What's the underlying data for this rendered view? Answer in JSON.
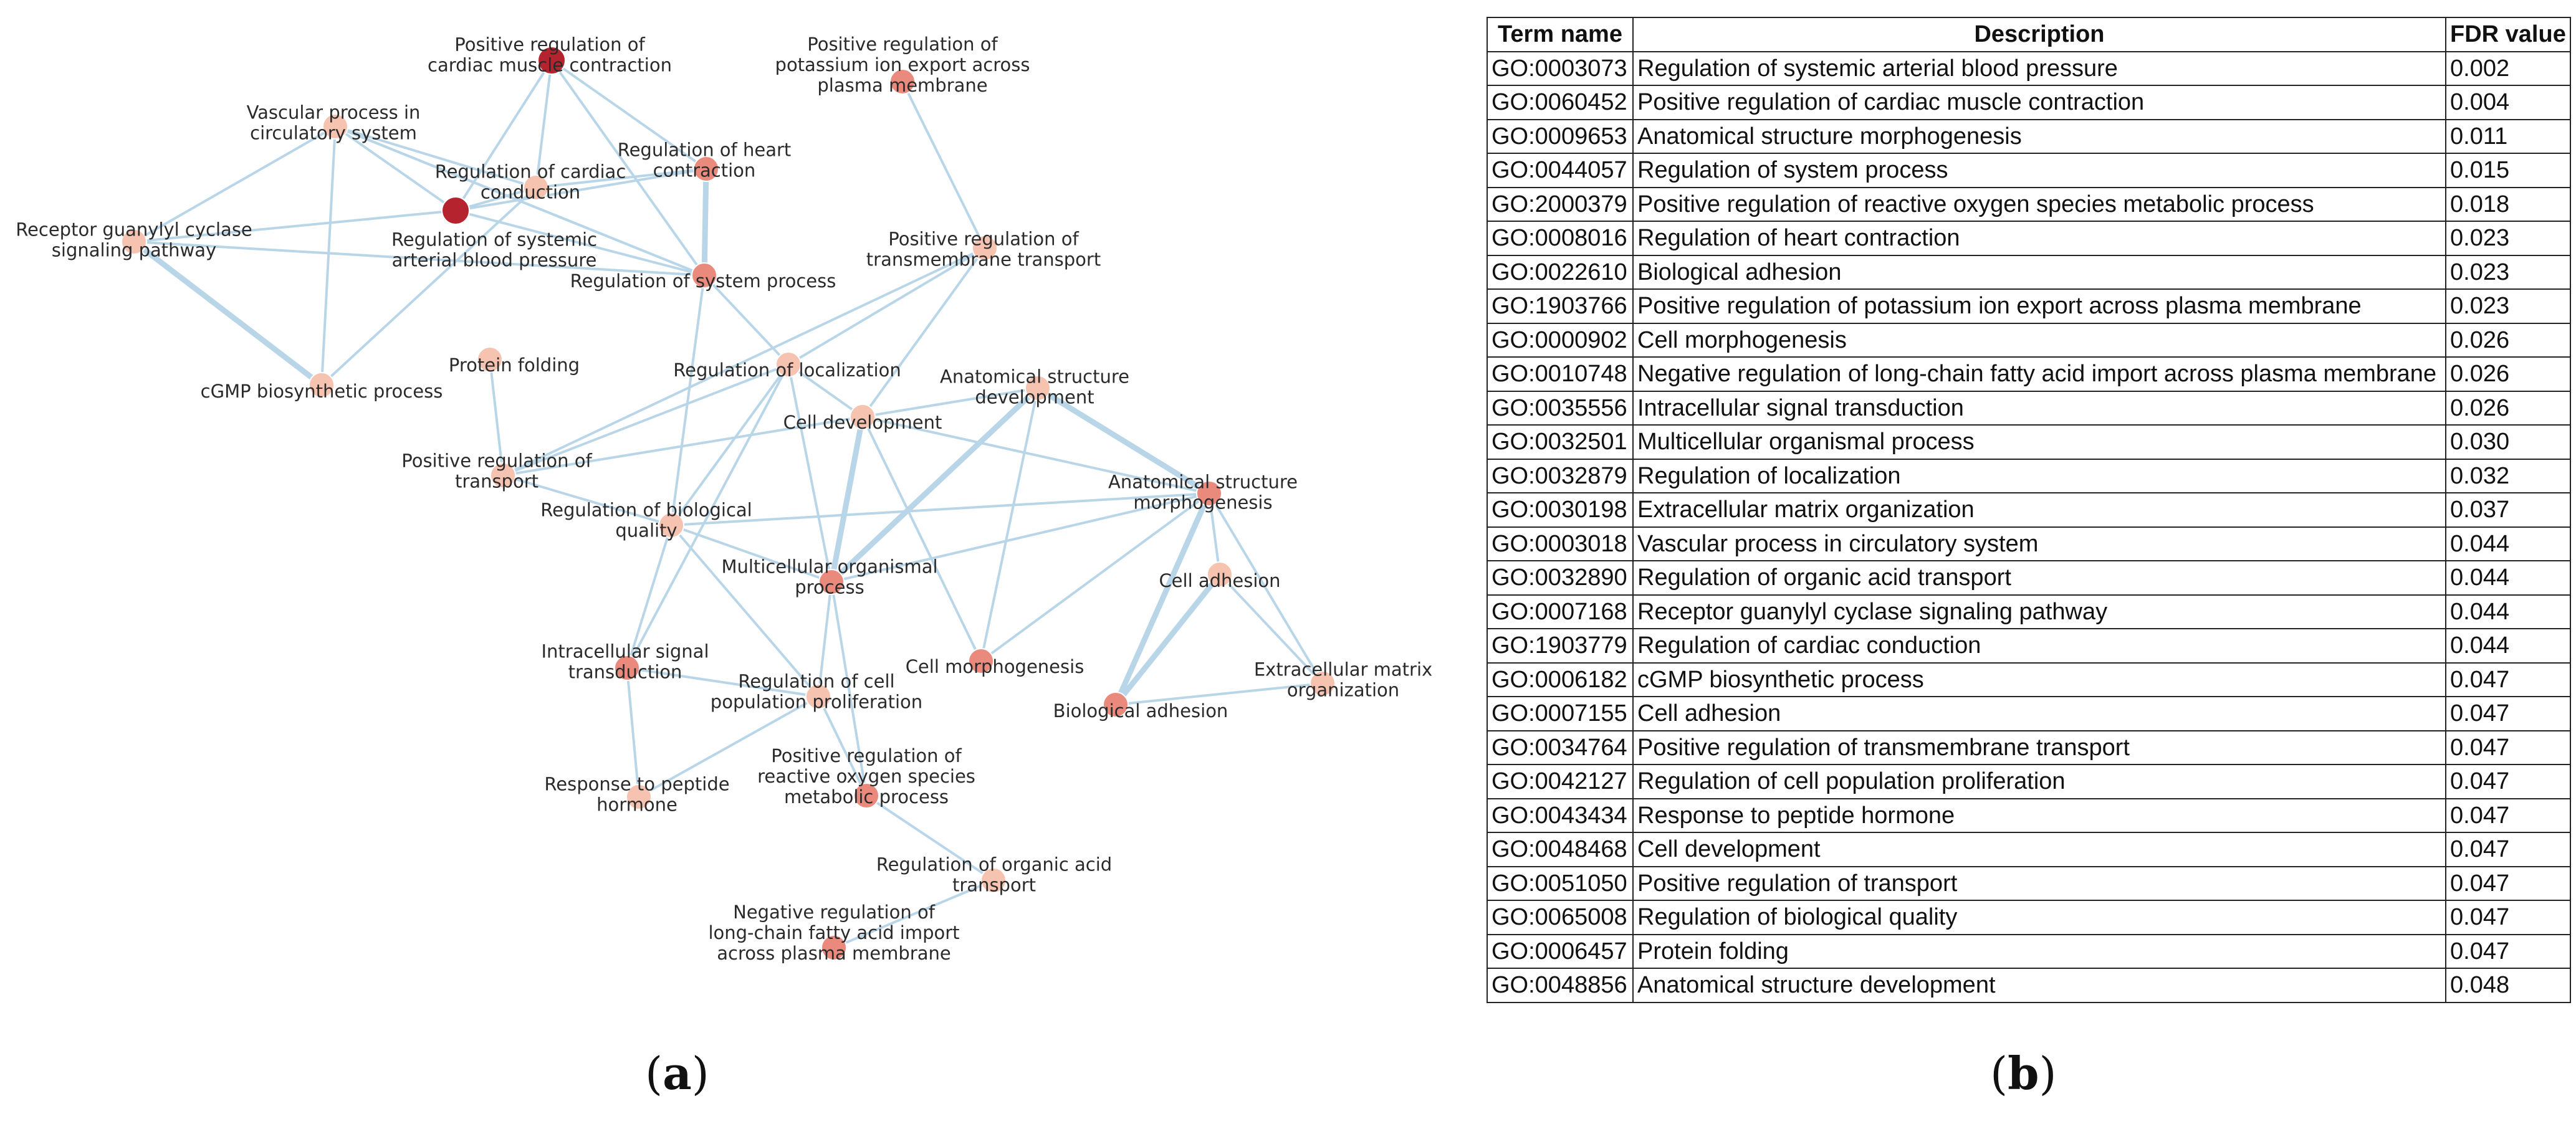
{
  "network": {
    "colors": {
      "edge": "#b9d6e8",
      "node_dark": "#b5242e",
      "node_mid": "#ea8a7c",
      "node_light": "#f6c3b1",
      "node_stroke": "#ffffff"
    },
    "nodes": [
      {
        "id": "n1",
        "fdr": 0.004,
        "lines": [
          "Positive regulation of",
          "cardiac muscle contraction"
        ]
      },
      {
        "id": "n2",
        "fdr": 0.023,
        "lines": [
          "Positive regulation of",
          "potassium ion export across",
          "plasma membrane"
        ]
      },
      {
        "id": "n3",
        "fdr": 0.044,
        "lines": [
          "Vascular process in",
          "circulatory system"
        ]
      },
      {
        "id": "n4",
        "fdr": 0.023,
        "lines": [
          "Regulation of heart",
          "contraction"
        ]
      },
      {
        "id": "n5",
        "fdr": 0.044,
        "lines": [
          "Regulation of cardiac",
          "conduction"
        ]
      },
      {
        "id": "n6",
        "fdr": 0.044,
        "lines": [
          "Receptor guanylyl cyclase",
          "signaling pathway"
        ]
      },
      {
        "id": "n7",
        "fdr": 0.002,
        "lines": [
          "Regulation of systemic",
          "arterial blood pressure"
        ]
      },
      {
        "id": "n8",
        "fdr": 0.015,
        "lines": [
          "Regulation of system process"
        ]
      },
      {
        "id": "n9",
        "fdr": 0.047,
        "lines": [
          "Positive regulation of",
          "transmembrane transport"
        ]
      },
      {
        "id": "n10",
        "fdr": 0.047,
        "lines": [
          "Protein folding"
        ]
      },
      {
        "id": "n11",
        "fdr": 0.047,
        "lines": [
          "cGMP biosynthetic process"
        ]
      },
      {
        "id": "n12",
        "fdr": 0.032,
        "lines": [
          "Regulation of localization"
        ]
      },
      {
        "id": "n13",
        "fdr": 0.048,
        "lines": [
          "Anatomical structure",
          "development"
        ]
      },
      {
        "id": "n14",
        "fdr": 0.047,
        "lines": [
          "Cell development"
        ]
      },
      {
        "id": "n15",
        "fdr": 0.047,
        "lines": [
          "Positive regulation of",
          "transport"
        ]
      },
      {
        "id": "n16",
        "fdr": 0.011,
        "lines": [
          "Anatomical structure",
          "morphogenesis"
        ]
      },
      {
        "id": "n17",
        "fdr": 0.047,
        "lines": [
          "Regulation of biological",
          "quality"
        ]
      },
      {
        "id": "n18",
        "fdr": 0.03,
        "lines": [
          "Multicellular organismal",
          "process"
        ]
      },
      {
        "id": "n19",
        "fdr": 0.047,
        "lines": [
          "Cell adhesion"
        ]
      },
      {
        "id": "n20",
        "fdr": 0.026,
        "lines": [
          "Intracellular signal",
          "transduction"
        ]
      },
      {
        "id": "n21",
        "fdr": 0.026,
        "lines": [
          "Cell morphogenesis"
        ]
      },
      {
        "id": "n22",
        "fdr": 0.047,
        "lines": [
          "Regulation of cell",
          "population proliferation"
        ]
      },
      {
        "id": "n23",
        "fdr": 0.037,
        "lines": [
          "Extracellular matrix",
          "organization"
        ]
      },
      {
        "id": "n24",
        "fdr": 0.023,
        "lines": [
          "Biological adhesion"
        ]
      },
      {
        "id": "n25",
        "fdr": 0.047,
        "lines": [
          "Response to peptide",
          "hormone"
        ]
      },
      {
        "id": "n26",
        "fdr": 0.018,
        "lines": [
          "Positive regulation of",
          "reactive oxygen species",
          "metabolic process"
        ]
      },
      {
        "id": "n27",
        "fdr": 0.044,
        "lines": [
          "Regulation of organic acid",
          "transport"
        ]
      },
      {
        "id": "n28",
        "fdr": 0.026,
        "lines": [
          "Negative regulation of",
          "long-chain fatty acid import",
          "across plasma membrane"
        ]
      }
    ],
    "edges": [
      [
        "n1",
        "n4"
      ],
      [
        "n1",
        "n5"
      ],
      [
        "n1",
        "n7"
      ],
      [
        "n1",
        "n8"
      ],
      [
        "n3",
        "n7"
      ],
      [
        "n3",
        "n5"
      ],
      [
        "n3",
        "n6"
      ],
      [
        "n3",
        "n11"
      ],
      [
        "n3",
        "n8"
      ],
      [
        "n4",
        "n7"
      ],
      [
        "n4",
        "n8"
      ],
      [
        "n4",
        "n5"
      ],
      [
        "n5",
        "n7"
      ],
      [
        "n5",
        "n11"
      ],
      [
        "n6",
        "n7"
      ],
      [
        "n6",
        "n11"
      ],
      [
        "n6",
        "n8"
      ],
      [
        "n7",
        "n8"
      ],
      [
        "n8",
        "n17"
      ],
      [
        "n8",
        "n12"
      ],
      [
        "n2",
        "n9"
      ],
      [
        "n9",
        "n12"
      ],
      [
        "n9",
        "n14"
      ],
      [
        "n9",
        "n15"
      ],
      [
        "n10",
        "n15"
      ],
      [
        "n12",
        "n15"
      ],
      [
        "n12",
        "n14"
      ],
      [
        "n12",
        "n17"
      ],
      [
        "n12",
        "n18"
      ],
      [
        "n12",
        "n20"
      ],
      [
        "n13",
        "n14"
      ],
      [
        "n13",
        "n16"
      ],
      [
        "n13",
        "n18"
      ],
      [
        "n13",
        "n21"
      ],
      [
        "n14",
        "n16"
      ],
      [
        "n14",
        "n18"
      ],
      [
        "n14",
        "n21"
      ],
      [
        "n15",
        "n17"
      ],
      [
        "n15",
        "n14"
      ],
      [
        "n16",
        "n18"
      ],
      [
        "n16",
        "n19"
      ],
      [
        "n16",
        "n21"
      ],
      [
        "n16",
        "n24"
      ],
      [
        "n16",
        "n23"
      ],
      [
        "n16",
        "n17"
      ],
      [
        "n17",
        "n18"
      ],
      [
        "n17",
        "n20"
      ],
      [
        "n17",
        "n22"
      ],
      [
        "n18",
        "n22"
      ],
      [
        "n18",
        "n26"
      ],
      [
        "n19",
        "n23"
      ],
      [
        "n19",
        "n24"
      ],
      [
        "n20",
        "n22"
      ],
      [
        "n20",
        "n25"
      ],
      [
        "n22",
        "n25"
      ],
      [
        "n22",
        "n26"
      ],
      [
        "n24",
        "n23"
      ],
      [
        "n27",
        "n28"
      ],
      [
        "n26",
        "n27"
      ],
      [
        "n8",
        "n3"
      ]
    ],
    "heavy_edges": [
      [
        "n6",
        "n11"
      ],
      [
        "n4",
        "n8"
      ],
      [
        "n13",
        "n16"
      ],
      [
        "n19",
        "n24"
      ],
      [
        "n14",
        "n18"
      ],
      [
        "n13",
        "n18"
      ],
      [
        "n16",
        "n24"
      ]
    ]
  },
  "captions": {
    "a": "a",
    "b": "b"
  },
  "table": {
    "headers": [
      "Term name",
      "Description",
      "FDR value"
    ],
    "rows": [
      [
        "GO:0003073",
        "Regulation of systemic arterial blood pressure",
        "0.002"
      ],
      [
        "GO:0060452",
        "Positive regulation of cardiac muscle contraction",
        "0.004"
      ],
      [
        "GO:0009653",
        "Anatomical structure morphogenesis",
        "0.011"
      ],
      [
        "GO:0044057",
        "Regulation of system process",
        "0.015"
      ],
      [
        "GO:2000379",
        "Positive regulation of reactive oxygen species metabolic process",
        "0.018"
      ],
      [
        "GO:0008016",
        "Regulation of heart contraction",
        "0.023"
      ],
      [
        "GO:0022610",
        "Biological adhesion",
        "0.023"
      ],
      [
        "GO:1903766",
        "Positive regulation of potassium ion export across plasma membrane",
        "0.023"
      ],
      [
        "GO:0000902",
        "Cell morphogenesis",
        "0.026"
      ],
      [
        "GO:0010748",
        "Negative regulation of long-chain fatty acid import across plasma membrane",
        "0.026"
      ],
      [
        "GO:0035556",
        "Intracellular signal transduction",
        "0.026"
      ],
      [
        "GO:0032501",
        "Multicellular organismal process",
        "0.030"
      ],
      [
        "GO:0032879",
        "Regulation of localization",
        "0.032"
      ],
      [
        "GO:0030198",
        "Extracellular matrix organization",
        "0.037"
      ],
      [
        "GO:0003018",
        "Vascular process in circulatory system",
        "0.044"
      ],
      [
        "GO:0032890",
        "Regulation of organic acid transport",
        "0.044"
      ],
      [
        "GO:0007168",
        "Receptor guanylyl cyclase signaling pathway",
        "0.044"
      ],
      [
        "GO:1903779",
        "Regulation of cardiac conduction",
        "0.044"
      ],
      [
        "GO:0006182",
        "cGMP biosynthetic process",
        "0.047"
      ],
      [
        "GO:0007155",
        "Cell adhesion",
        "0.047"
      ],
      [
        "GO:0034764",
        "Positive regulation of transmembrane transport",
        "0.047"
      ],
      [
        "GO:0042127",
        "Regulation of cell population proliferation",
        "0.047"
      ],
      [
        "GO:0043434",
        "Response to peptide hormone",
        "0.047"
      ],
      [
        "GO:0048468",
        "Cell development",
        "0.047"
      ],
      [
        "GO:0051050",
        "Positive regulation of transport",
        "0.047"
      ],
      [
        "GO:0065008",
        "Regulation of biological quality",
        "0.047"
      ],
      [
        "GO:0006457",
        "Protein folding",
        "0.047"
      ],
      [
        "GO:0048856",
        "Anatomical structure development",
        "0.048"
      ]
    ]
  }
}
